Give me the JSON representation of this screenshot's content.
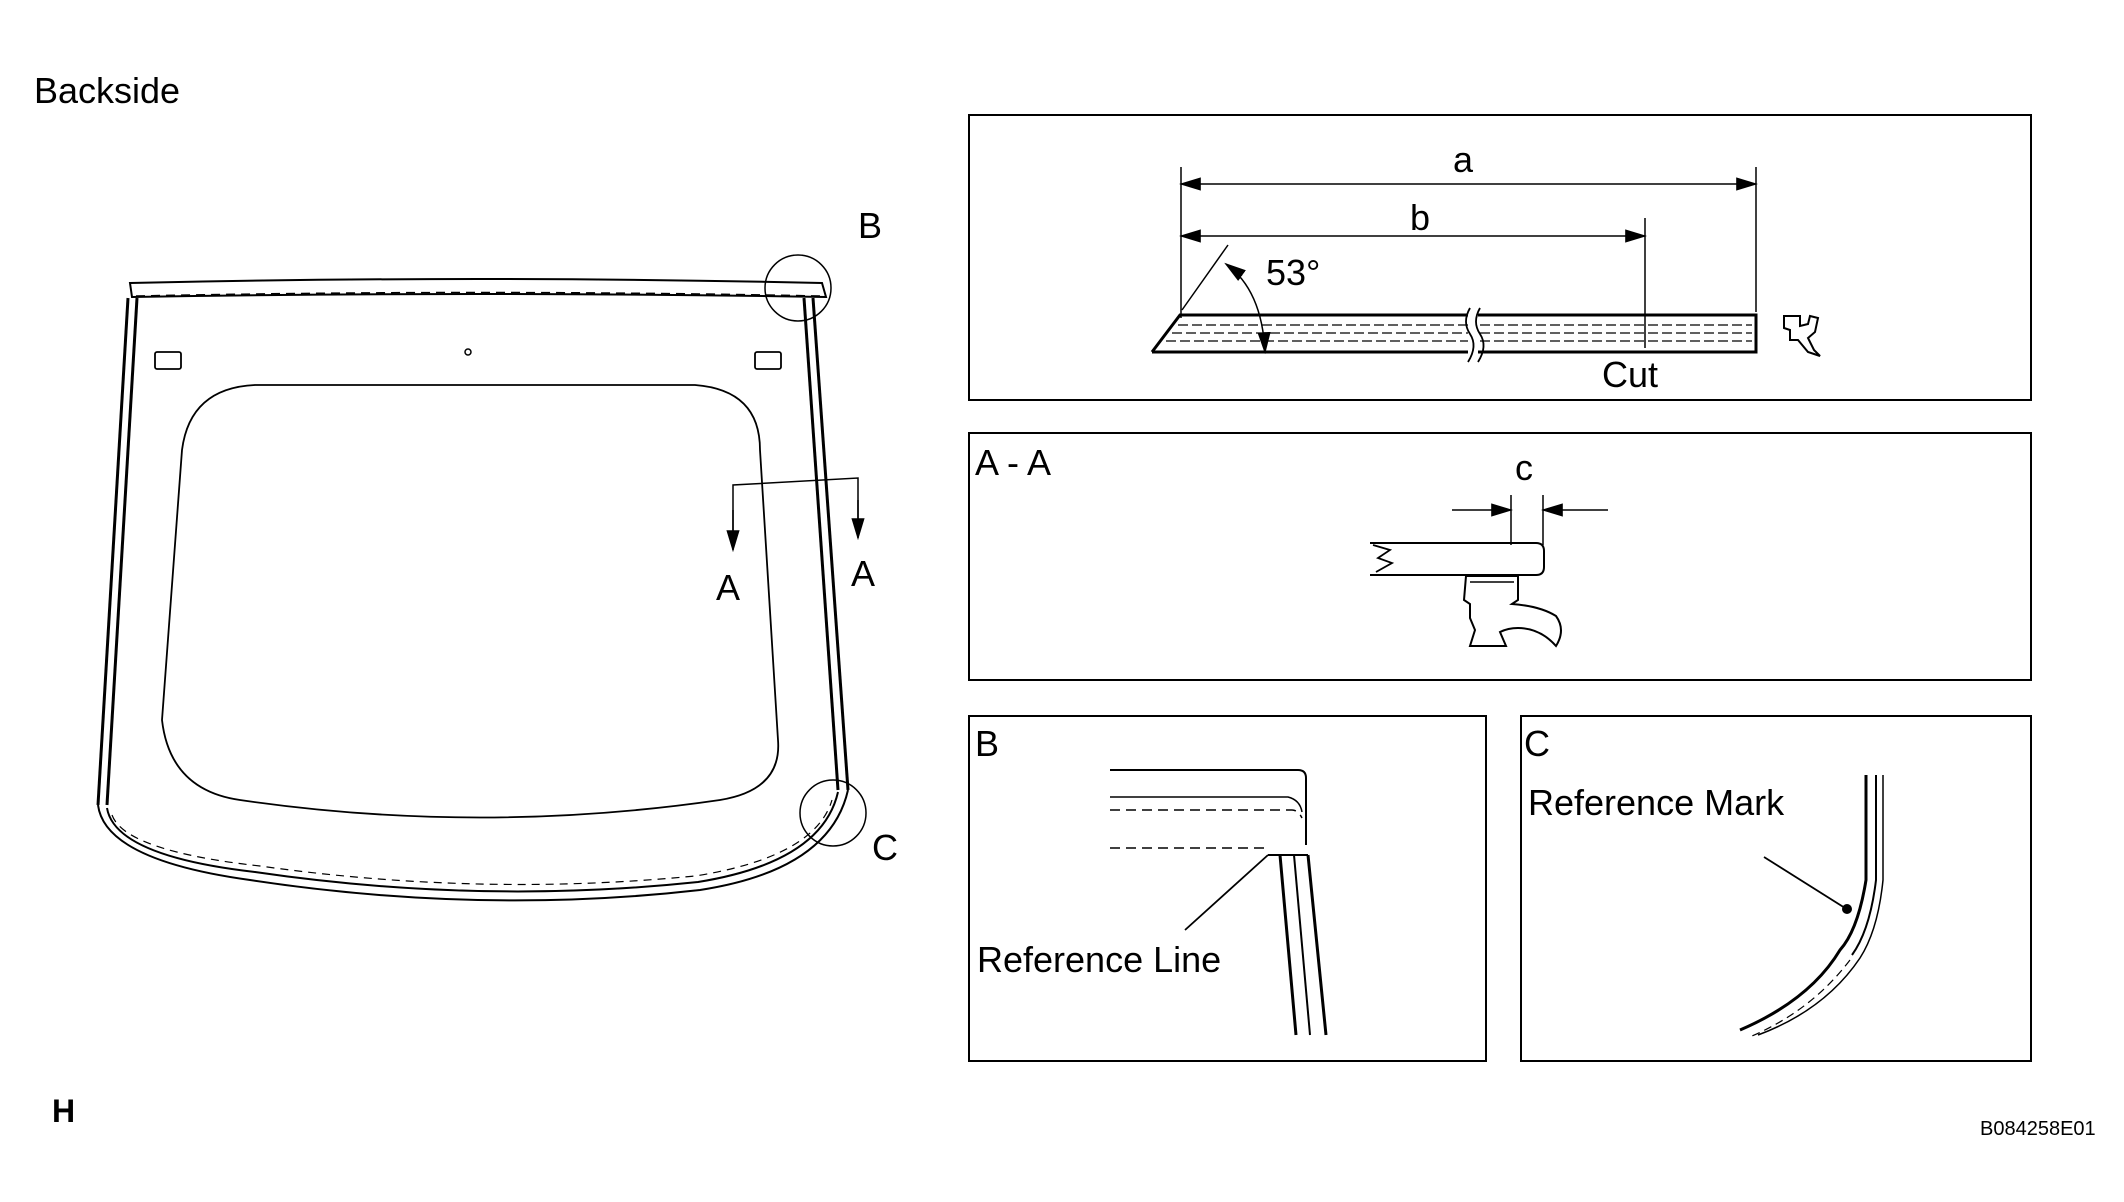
{
  "header": {
    "title": "Backside"
  },
  "main_view": {
    "callout_b": "B",
    "callout_c": "C",
    "section_a_left": "A",
    "section_a_right": "A"
  },
  "panel_top": {
    "dim_a": "a",
    "dim_b": "b",
    "angle": "53°",
    "cut_label": "Cut"
  },
  "panel_aa": {
    "title": "A - A",
    "dim_c": "c"
  },
  "panel_b": {
    "title": "B",
    "note": "Reference Line"
  },
  "panel_c": {
    "title": "C",
    "note": "Reference Mark"
  },
  "footer": {
    "mark": "H",
    "figure_id": "B084258E01"
  }
}
